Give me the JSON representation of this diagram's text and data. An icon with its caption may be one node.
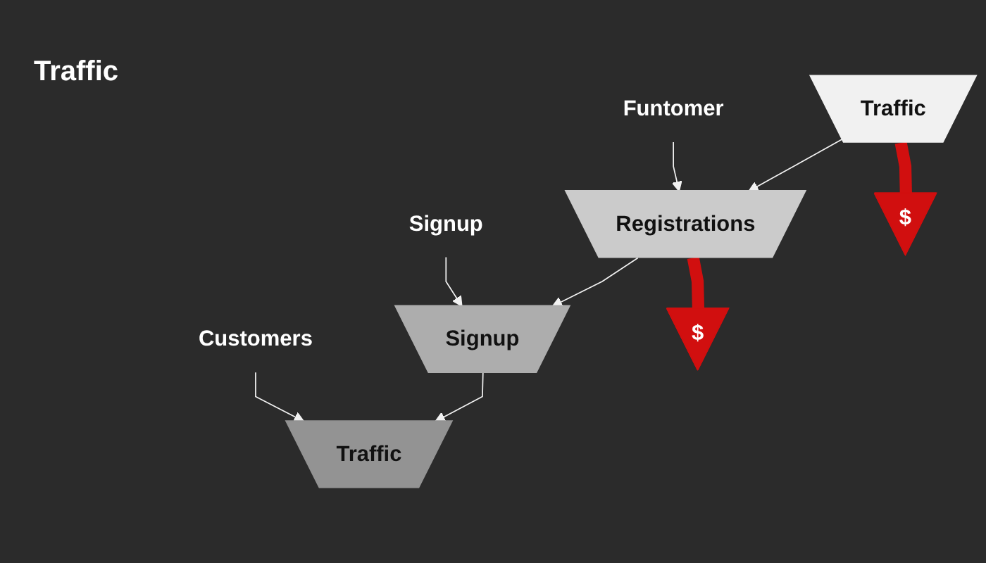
{
  "diagram": {
    "nodes": [
      {
        "text": [
          "Traffic"
        ]
      },
      {
        "text": [
          "Funtomer"
        ]
      },
      {
        "text": [
          "Registrations"
        ]
      },
      {
        "text": [
          "$"
        ]
      },
      {
        "text": [
          "Signup"
        ]
      },
      {
        "text": [
          "Signup"
        ]
      },
      {
        "text": [
          "$"
        ]
      },
      {
        "text": [
          "Customers"
        ]
      },
      {
        "text": [
          "Traffic"
        ]
      }
    ],
    "edges": [
      {
        "from": 0,
        "to": 2,
        "arrow": "to"
      },
      {
        "from": 2,
        "to": 5,
        "arrow": "to"
      },
      {
        "from": 5,
        "to": 8,
        "arrow": "to"
      },
      {
        "from": 1,
        "to": 2,
        "arrow": "to"
      },
      {
        "from": 4,
        "to": 5,
        "arrow": "to"
      },
      {
        "from": 7,
        "to": 8,
        "arrow": "to"
      },
      {
        "from": 0,
        "to": 3,
        "arrow": "none",
        "style": "thick",
        "color": "#d10f0f"
      },
      {
        "from": 2,
        "to": 6,
        "arrow": "none",
        "style": "thick",
        "color": "#d10f0f"
      }
    ],
    "labels": [
      "Traffic"
    ]
  }
}
